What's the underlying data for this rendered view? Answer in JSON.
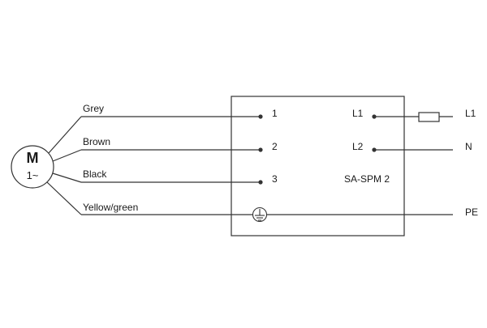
{
  "motor": {
    "symbol": "M",
    "phase": "1~"
  },
  "wires": [
    {
      "label": "Grey",
      "terminal": "1"
    },
    {
      "label": "Brown",
      "terminal": "2"
    },
    {
      "label": "Black",
      "terminal": "3"
    },
    {
      "label": "Yellow/green",
      "terminal": "PE"
    }
  ],
  "controller": {
    "name": "SA-SPM 2",
    "terminals_left": [
      "1",
      "2",
      "3"
    ],
    "terminals_right": [
      "L1",
      "L2"
    ]
  },
  "supply": {
    "labels": [
      "L1",
      "N",
      "PE"
    ]
  },
  "icons": {
    "earth": "earth-ground-icon",
    "fuse": "fuse-icon"
  },
  "colors": {
    "line": "#333333",
    "background": "#ffffff"
  }
}
